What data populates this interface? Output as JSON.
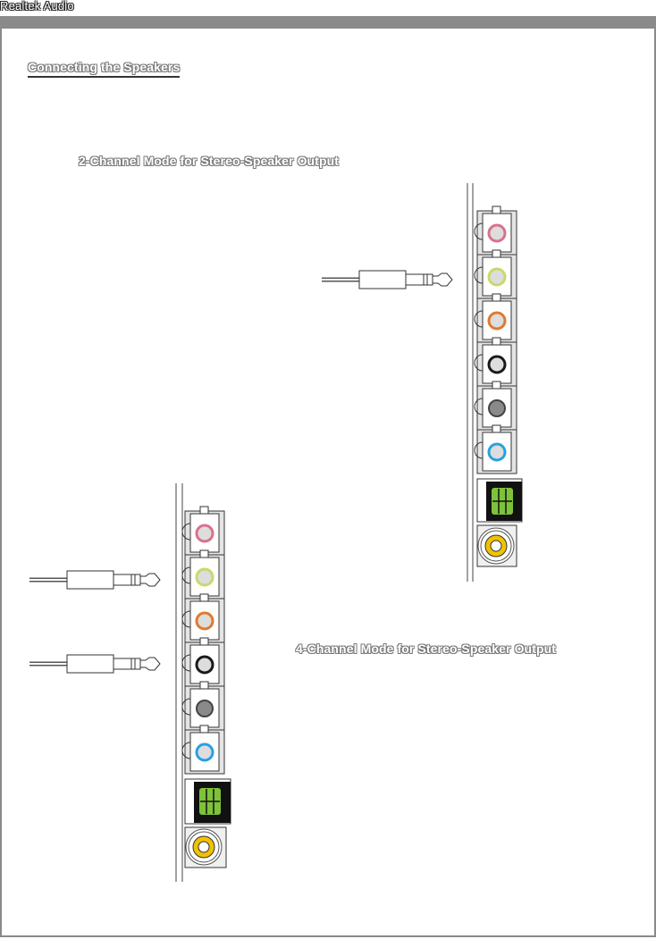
{
  "header": {
    "app_title": "Realtek Audio"
  },
  "section": {
    "title": "Connecting the Speakers"
  },
  "diagrams": [
    {
      "caption": "2-Channel Mode for Stereo-Speaker Output"
    },
    {
      "caption": "4-Channel Mode for Stereo-Speaker Output"
    }
  ],
  "colors": {
    "frame": "#8a8a8a",
    "jack_pink": "#d9718c",
    "jack_lime": "#c8d96a",
    "jack_orange": "#e07a2e",
    "jack_black": "#1a1a1a",
    "jack_gray": "#7a7a7a",
    "jack_blue": "#2aa0e0",
    "spdif_green": "#7ec23a",
    "coax_yellow": "#f2c200"
  }
}
